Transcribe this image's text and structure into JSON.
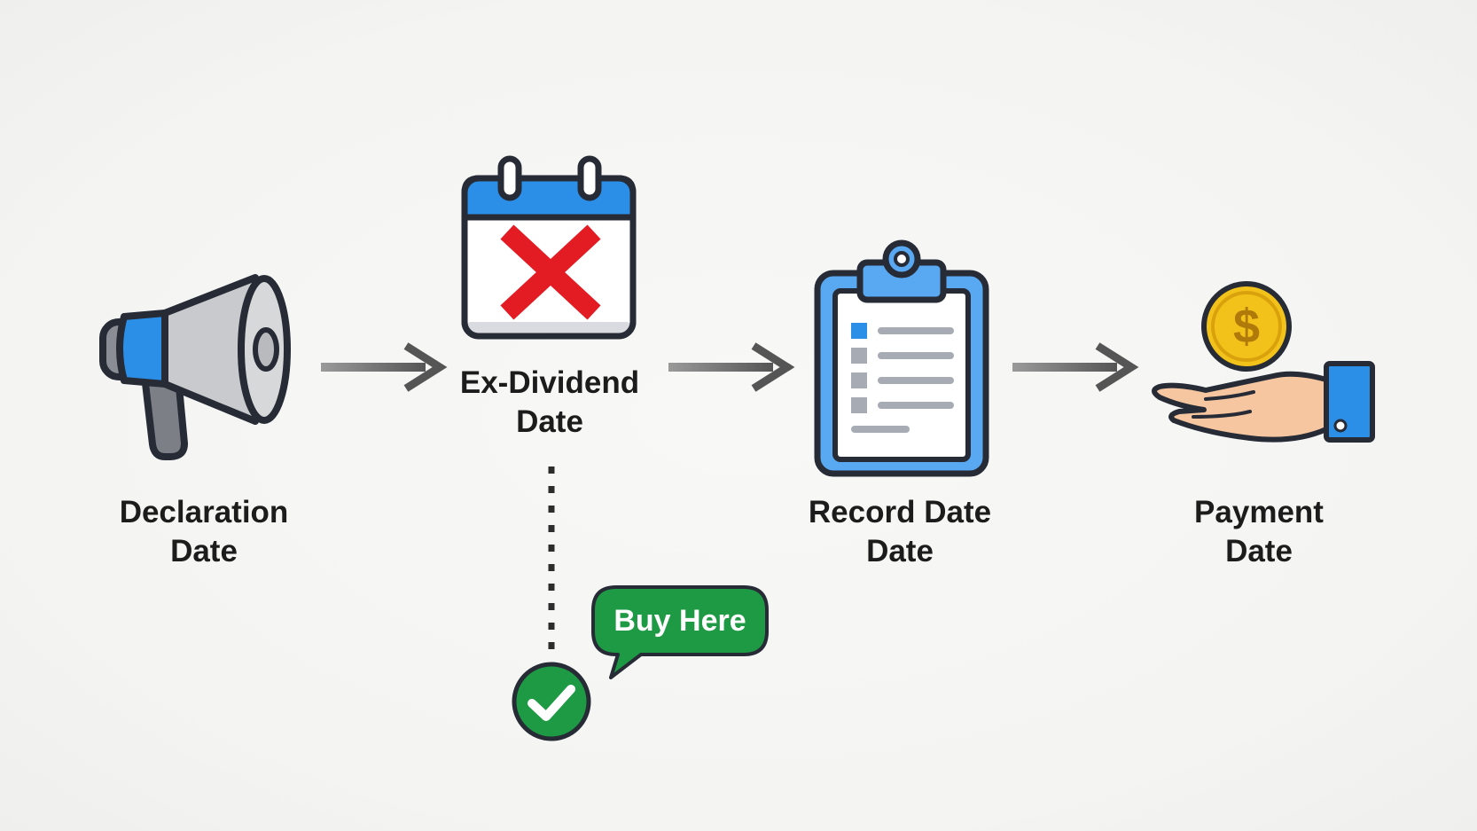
{
  "stages": [
    {
      "id": "declaration",
      "icon": "megaphone-icon",
      "label_lines": [
        "Declaration",
        "Date"
      ]
    },
    {
      "id": "ex-dividend",
      "icon": "calendar-x-icon",
      "label_lines": [
        "Ex-Dividend",
        "Date"
      ]
    },
    {
      "id": "record",
      "icon": "clipboard-icon",
      "label_lines": [
        "Record Date",
        "Date"
      ]
    },
    {
      "id": "payment",
      "icon": "hand-coin-icon",
      "label_lines": [
        "Payment",
        "Date"
      ]
    }
  ],
  "callout": {
    "text": "Buy Here",
    "icon": "checkmark-circle-icon"
  },
  "colors": {
    "blue": "#2b8fe8",
    "red": "#e31b23",
    "green": "#1e9a45",
    "gold": "#f2c21b",
    "arrow_gray": "#555555",
    "outline": "#262b36"
  }
}
